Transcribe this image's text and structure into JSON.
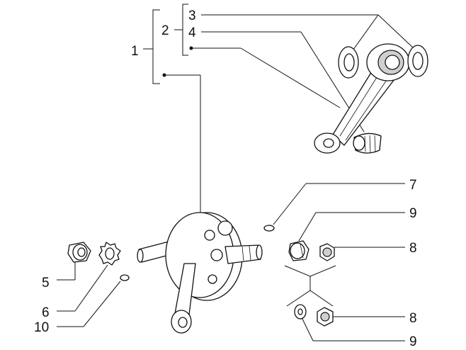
{
  "diagram": {
    "callouts": {
      "c1": "1",
      "c2": "2",
      "c3": "3",
      "c4": "4",
      "c5": "5",
      "c6": "6",
      "c7": "7",
      "c8a": "8",
      "c8b": "8",
      "c9a": "9",
      "c9b": "9",
      "c10": "10"
    },
    "colors": {
      "ink": "#111111",
      "paper": "#ffffff",
      "shade": "#cfcfcf"
    }
  }
}
